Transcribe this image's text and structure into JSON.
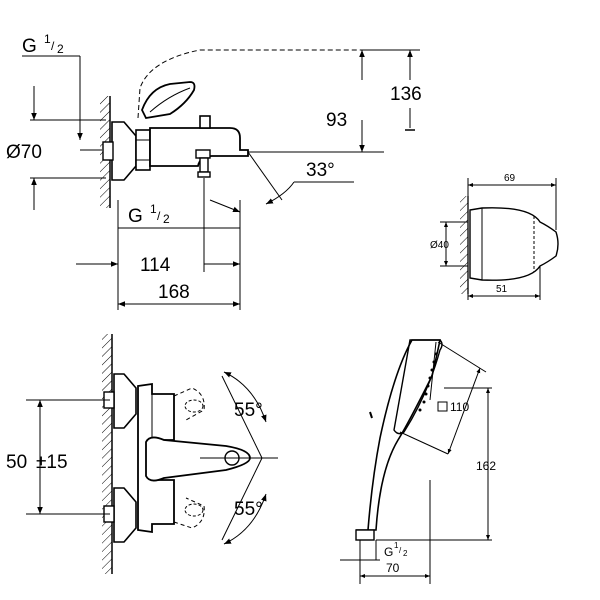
{
  "top_view": {
    "thread_label": "G",
    "thread_num": "1",
    "thread_den": "2",
    "dim_dia": "Ø70",
    "dim_93": "93",
    "dim_136": "136",
    "angle_33": "33°",
    "thread2_label": "G",
    "thread2_num": "1",
    "thread2_den": "2",
    "dim_114": "114",
    "dim_168": "168"
  },
  "holder_view": {
    "dim_69": "69",
    "dim_40": "Ø40",
    "dim_51": "51"
  },
  "front_view": {
    "dim_50": "50",
    "tolerance": "±15",
    "angle_top": "55°",
    "angle_bottom": "55°"
  },
  "shower_view": {
    "dim_110": "110",
    "dim_162": "162",
    "thread_label": "G",
    "thread_num": "1",
    "thread_den": "2",
    "dim_70": "70"
  }
}
